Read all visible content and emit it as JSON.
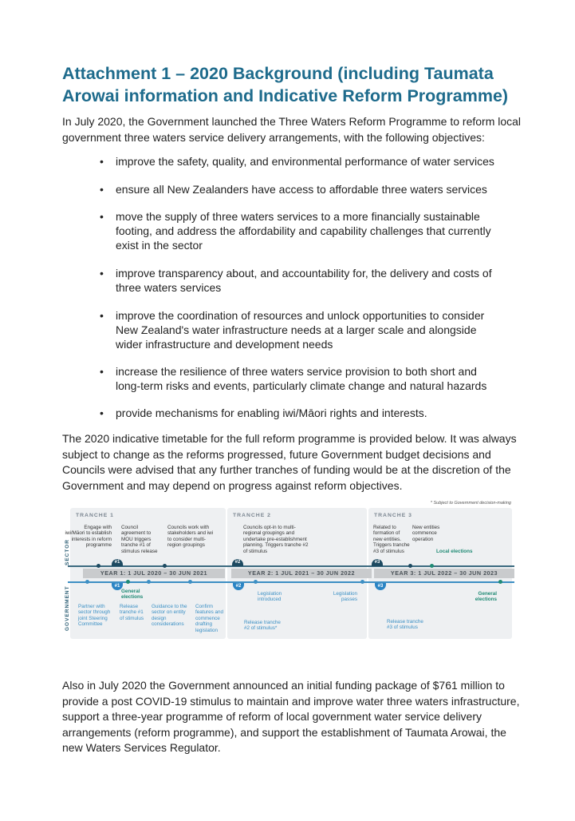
{
  "title": "Attachment 1 – 2020 Background (including Taumata Arowai information and Indicative Reform Programme)",
  "intro": "In July 2020, the Government launched the Three Waters Reform Programme to reform local government three waters service delivery arrangements, with the following objectives:",
  "bullets": [
    "improve the safety, quality, and environmental performance of water services",
    "ensure all New Zealanders have access to affordable three waters services",
    "move the supply of three waters services to a more financially sustainable footing, and address the affordability and capability challenges that currently exist in the sector",
    "improve transparency about, and accountability for, the delivery and costs of three waters services",
    "improve the coordination of resources and unlock opportunities to consider New Zealand's water infrastructure needs at a larger scale and alongside wider infrastructure and development needs",
    "increase the resilience of three waters service provision to both short and long-term risks and events, particularly climate change and natural hazards",
    "provide mechanisms for enabling iwi/Māori rights and interests."
  ],
  "timetable_para": "The 2020 indicative timetable for the full reform programme is provided below. It was always subject to change as the reforms progressed, future Government budget decisions and Councils were advised that any further tranches of funding would be at the discretion of the Government and may depend on progress against reform objectives.",
  "diagram": {
    "footnote": "* Subject to Government decision-making",
    "side_sector": "SECTOR",
    "side_government": "GOVERNMENT",
    "tranches": [
      "TRANCHE 1",
      "TRANCHE 2",
      "TRANCHE 3"
    ],
    "years": [
      "YEAR 1: 1 JUL 2020 – 30 JUN 2021",
      "YEAR 2: 1 JUL 2021 – 30 JUN 2022",
      "YEAR 3: 1 JUL 2022 – 30 JUN 2023"
    ],
    "markers": [
      "#1",
      "#2",
      "#3"
    ],
    "sector_events": [
      "Engage with iwi/Māori to establish interests in reform programme",
      "Council agreement to MOU triggers tranche #1 of stimulus release",
      "Councils work with stakeholders and iwi to consider multi-region groupings",
      "Councils opt-in to multi-regional groupings and undertake pre-establishment planning. Triggers tranche #2 of stimulus",
      "Related to formation of new entities. Triggers tranche #3 of stimulus",
      "New entities commence operation",
      "Local elections"
    ],
    "government_events": [
      "Partner with sector through joint Steering Committee",
      "General elections",
      "Release tranche #1 of stimulus",
      "Guidance to the sector on entity design considerations",
      "Confirm features and commence drafting legislation",
      "Legislation introduced",
      "Legislation passes",
      "Release tranche #2 of stimulus*",
      "Release tranche #3 of stimulus",
      "General elections"
    ]
  },
  "funding_para": "Also in July 2020 the Government announced an initial funding package of $761 million to provide a post COVID-19 stimulus to maintain and improve water three waters infrastructure, support a three-year programme of reform of local government water service delivery arrangements (reform programme), and support the establishment of Taumata Arowai, the new Waters Services Regulator.",
  "colors": {
    "title": "#1e6b8c",
    "sector_line": "#3d6b80",
    "government_line": "#3d8fc4",
    "teal": "#1f8a74"
  }
}
